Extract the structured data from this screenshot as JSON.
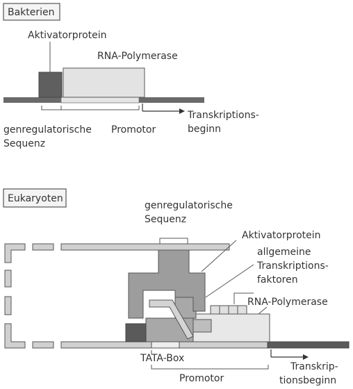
{
  "bacteria": {
    "section_label": "Bakterien",
    "activator_label": "Aktivatorprotein",
    "polymerase_label": "RNA-Polymerase",
    "regulatory_label_line1": "genregulatorische",
    "regulatory_label_line2": "Sequenz",
    "promoter_label": "Promotor",
    "start_label_line1": "Transkriptions-",
    "start_label_line2": "beginn"
  },
  "eukaryotes": {
    "section_label": "Eukaryoten",
    "regulatory_label_line1": "genregulatorische",
    "regulatory_label_line2": "Sequenz",
    "activator_label": "Aktivatorprotein",
    "factors_label_line1": "allgemeine",
    "factors_label_line2": "Transkriptions-",
    "factors_label_line3": "faktoren",
    "polymerase_label": "RNA-Polymerase",
    "tata_label": "TATA-Box",
    "promoter_label": "Promotor",
    "start_label_line1": "Transkrip-",
    "start_label_line2": "tionsbeginn"
  },
  "colors": {
    "dark": "#5a5a5a",
    "medium": "#9a9a9a",
    "light": "#cfcfcf",
    "pale": "#e6e6e6",
    "outline": "#555555"
  }
}
